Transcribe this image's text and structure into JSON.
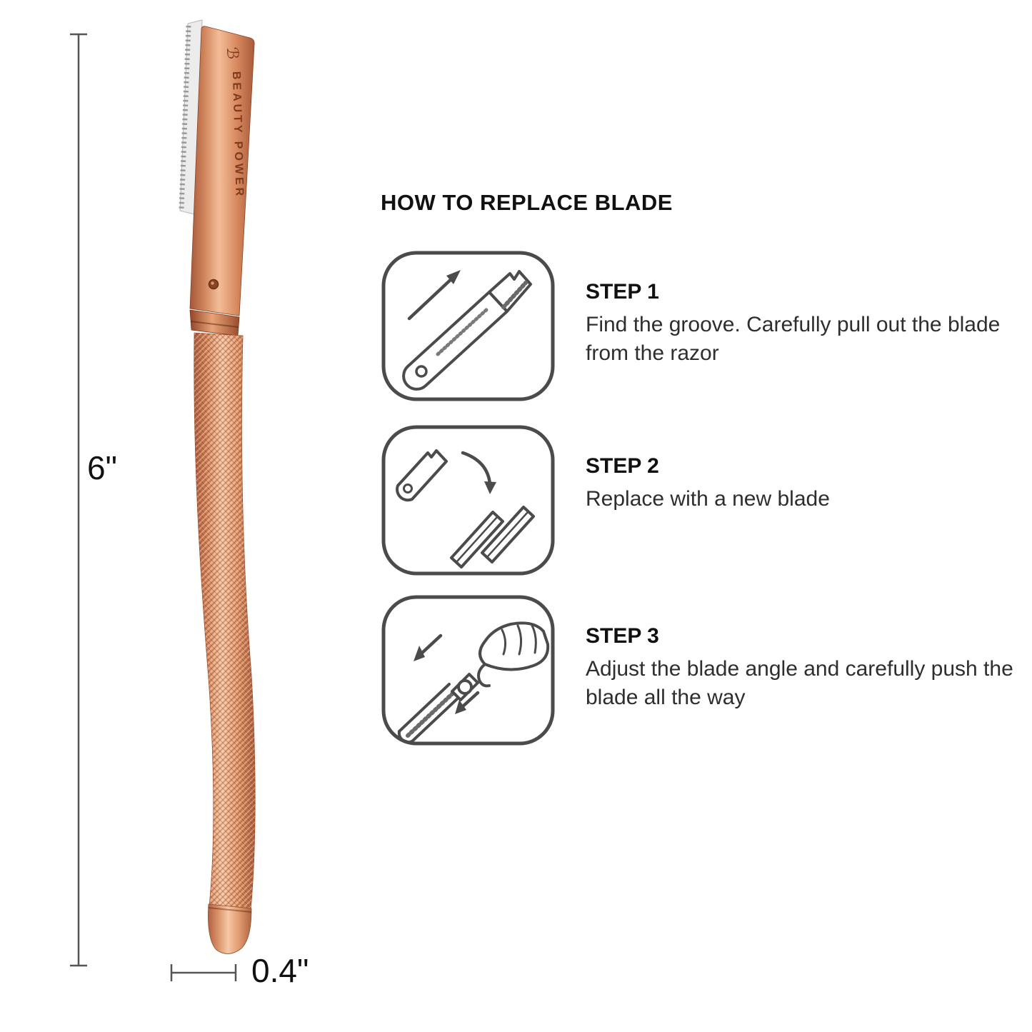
{
  "product": {
    "brand": "BEAUTY POWER",
    "logo_glyph": "ℬ",
    "height_label": "6\"",
    "width_label": "0.4\""
  },
  "instructions": {
    "title": "HOW TO REPLACE BLADE",
    "steps": [
      {
        "label": "STEP 1",
        "description": "Find the groove. Carefully pull out the blade from the razor",
        "icon": "pull-blade-icon"
      },
      {
        "label": "STEP 2",
        "description": "Replace with a new blade",
        "icon": "new-blade-icon"
      },
      {
        "label": "STEP 3",
        "description": "Adjust the blade angle and carefully push the blade all the way",
        "icon": "push-blade-icon"
      }
    ]
  },
  "colors": {
    "rose_gold": "#d98e6a",
    "rose_gold_dark": "#a3583a",
    "rose_gold_light": "#f3bd97",
    "blade_silver": "#ececec",
    "line_gray": "#4b4b4b",
    "text_black": "#111111"
  }
}
